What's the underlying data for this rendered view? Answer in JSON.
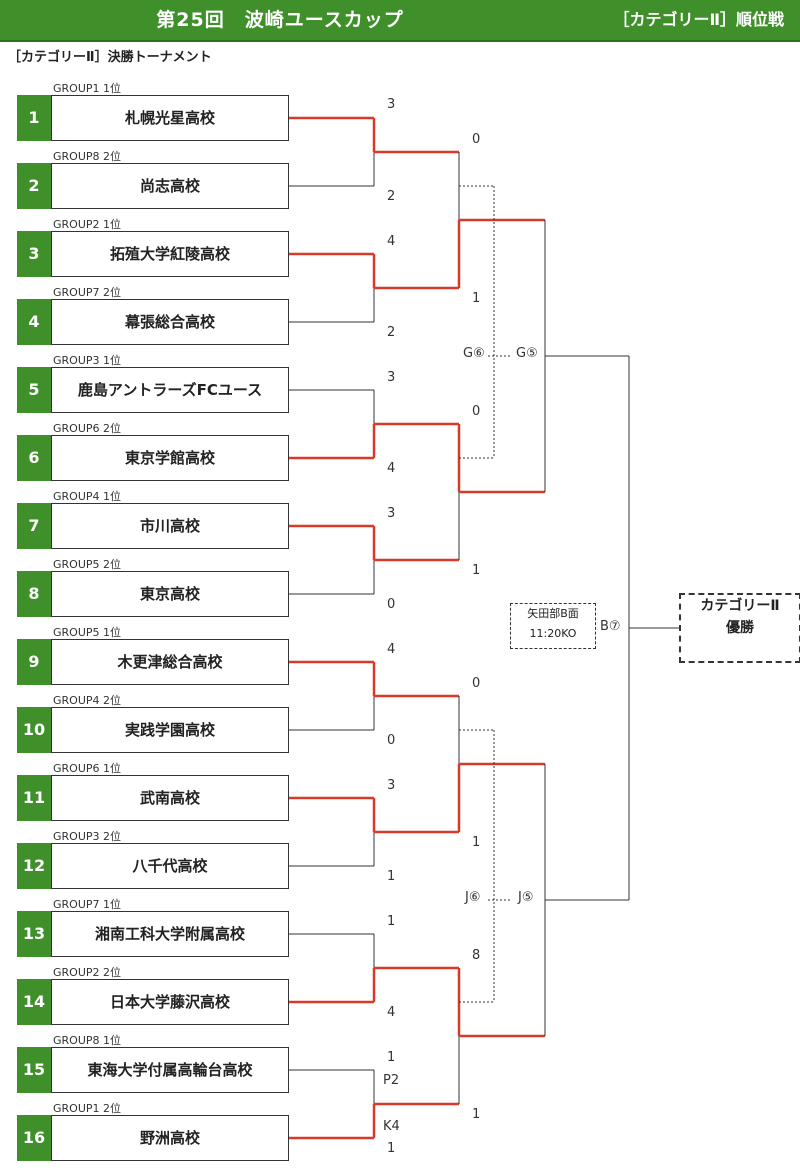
{
  "header": {
    "title": "第25回　波崎ユースカップ",
    "right": "［カテゴリーⅡ］順位戦"
  },
  "subtitle": "［カテゴリーⅡ］決勝トーナメント",
  "teams": [
    {
      "seed": "1",
      "group": "GROUP1 1位",
      "name": "札幌光星高校"
    },
    {
      "seed": "2",
      "group": "GROUP8 2位",
      "name": "尚志高校"
    },
    {
      "seed": "3",
      "group": "GROUP2 1位",
      "name": "拓殖大学紅陵高校"
    },
    {
      "seed": "4",
      "group": "GROUP7 2位",
      "name": "幕張総合高校"
    },
    {
      "seed": "5",
      "group": "GROUP3 1位",
      "name": "鹿島アントラーズFCユース"
    },
    {
      "seed": "6",
      "group": "GROUP6 2位",
      "name": "東京学館高校"
    },
    {
      "seed": "7",
      "group": "GROUP4 1位",
      "name": "市川高校"
    },
    {
      "seed": "8",
      "group": "GROUP5 2位",
      "name": "東京高校"
    },
    {
      "seed": "9",
      "group": "GROUP5 1位",
      "name": "木更津総合高校"
    },
    {
      "seed": "10",
      "group": "GROUP4 2位",
      "name": "実践学園高校"
    },
    {
      "seed": "11",
      "group": "GROUP6 1位",
      "name": "武南高校"
    },
    {
      "seed": "12",
      "group": "GROUP3 2位",
      "name": "八千代高校"
    },
    {
      "seed": "13",
      "group": "GROUP7 1位",
      "name": "湘南工科大学附属高校"
    },
    {
      "seed": "14",
      "group": "GROUP2 2位",
      "name": "日本大学藤沢高校"
    },
    {
      "seed": "15",
      "group": "GROUP8 1位",
      "name": "東海大学付属高輪台高校"
    },
    {
      "seed": "16",
      "group": "GROUP1 2位",
      "name": "野洲高校"
    }
  ],
  "scores": {
    "r1": [
      {
        "top": "3",
        "bottom": "2"
      },
      {
        "top": "4",
        "bottom": "2"
      },
      {
        "top": "3",
        "bottom": "4"
      },
      {
        "top": "3",
        "bottom": "0"
      },
      {
        "top": "4",
        "bottom": "0"
      },
      {
        "top": "3",
        "bottom": "1"
      },
      {
        "top": "1",
        "bottom": "4"
      },
      {
        "top": "1",
        "bottom": "1"
      }
    ],
    "pk": {
      "top": "P2",
      "bottom": "K4"
    },
    "r2": [
      {
        "top": "0",
        "bottom": "1"
      },
      {
        "top": "0",
        "bottom": "1"
      },
      {
        "top": "0",
        "bottom": "1"
      },
      {
        "top": "8",
        "bottom": "1"
      }
    ]
  },
  "match_labels": {
    "g6": "G⑥",
    "g5": "G⑤",
    "j6": "J⑥",
    "j5": "J⑤",
    "b7": "B⑦"
  },
  "final_info": {
    "venue": "矢田部B面",
    "time": "11:20KO"
  },
  "champion": {
    "line1": "カテゴリーⅡ",
    "line2": "優勝"
  },
  "colors": {
    "header_green": "#3f8f2b",
    "winner_line": "#d83a2a",
    "line": "#333333"
  }
}
